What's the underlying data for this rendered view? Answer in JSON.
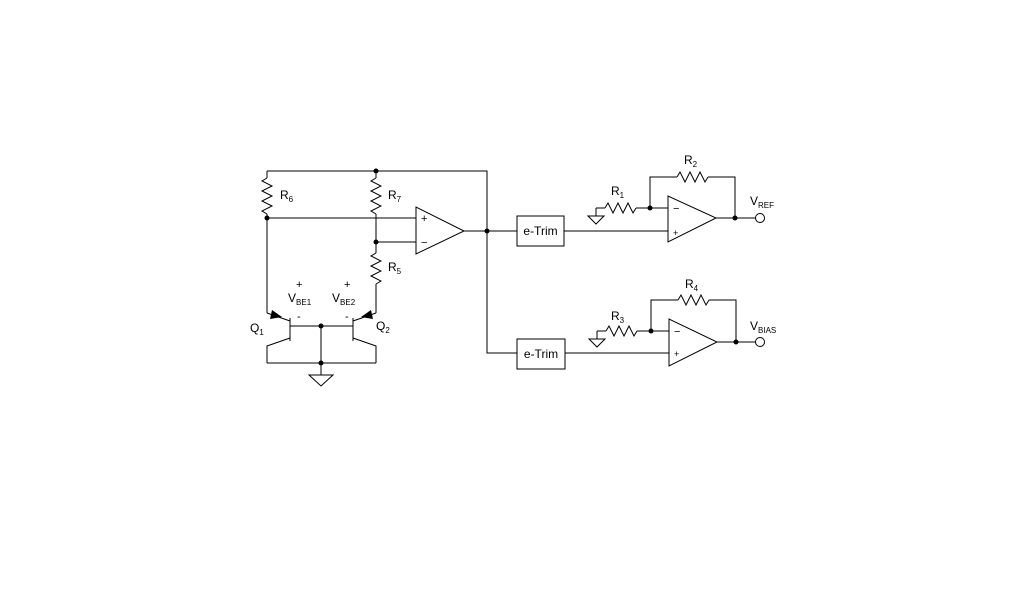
{
  "labels": {
    "r6": {
      "main": "R",
      "sub": "6"
    },
    "r7": {
      "main": "R",
      "sub": "7"
    },
    "r5": {
      "main": "R",
      "sub": "5"
    },
    "r1": {
      "main": "R",
      "sub": "1"
    },
    "r2": {
      "main": "R",
      "sub": "2"
    },
    "r3": {
      "main": "R",
      "sub": "3"
    },
    "r4": {
      "main": "R",
      "sub": "4"
    },
    "q1": {
      "main": "Q",
      "sub": "1"
    },
    "q2": {
      "main": "Q",
      "sub": "2"
    },
    "vbe1": {
      "main": "V",
      "sub": "BE1"
    },
    "vbe2": {
      "main": "V",
      "sub": "BE2"
    },
    "vref": {
      "main": "V",
      "sub": "REF"
    },
    "vbias": {
      "main": "V",
      "sub": "BIAS"
    }
  },
  "blocks": {
    "etrim_top": "e-Trim",
    "etrim_bottom": "e-Trim"
  },
  "signs": {
    "plus": "+",
    "minus": "-",
    "long_minus": "−"
  }
}
